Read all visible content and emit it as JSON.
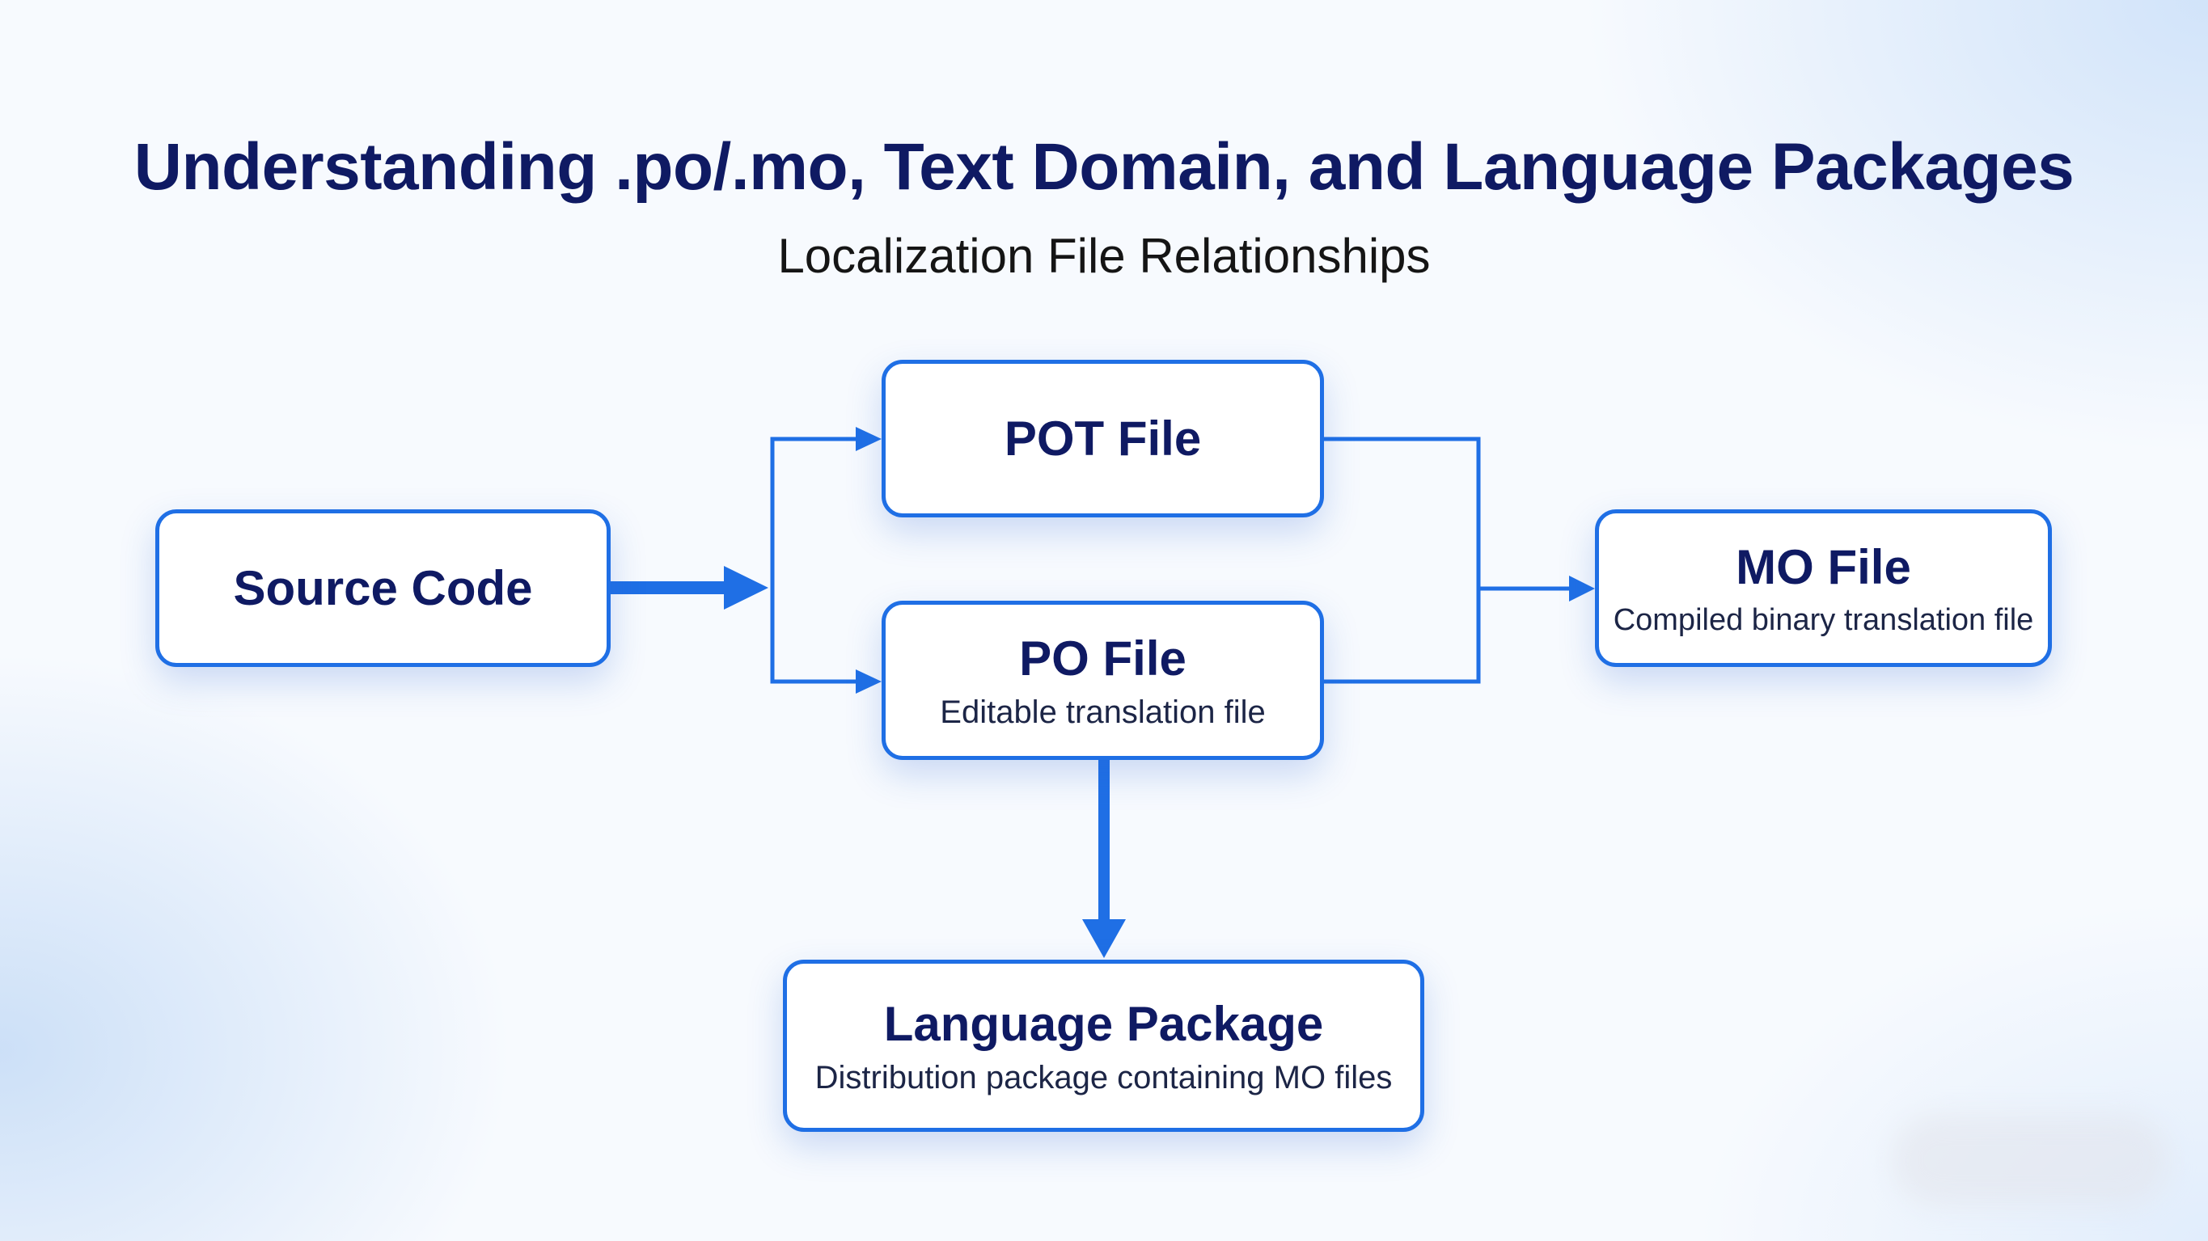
{
  "header": {
    "title": "Understanding .po/.mo, Text Domain, and Language Packages",
    "subtitle": "Localization File Relationships"
  },
  "colors": {
    "accent": "#1f6fe5",
    "title_text": "#0f1a63"
  },
  "nodes": {
    "source_code": {
      "title": "Source Code",
      "description": ""
    },
    "pot_file": {
      "title": "POT File",
      "description": ""
    },
    "po_file": {
      "title": "PO File",
      "description": "Editable translation file"
    },
    "mo_file": {
      "title": "MO File",
      "description": "Compiled binary translation file"
    },
    "language_package": {
      "title": "Language Package",
      "description": "Distribution package containing MO files"
    }
  },
  "edges": [
    {
      "from": "source_code",
      "to": "pot_file"
    },
    {
      "from": "source_code",
      "to": "po_file"
    },
    {
      "from": "pot_file",
      "to": "mo_file"
    },
    {
      "from": "po_file",
      "to": "mo_file"
    },
    {
      "from": "po_file",
      "to": "language_package"
    }
  ]
}
